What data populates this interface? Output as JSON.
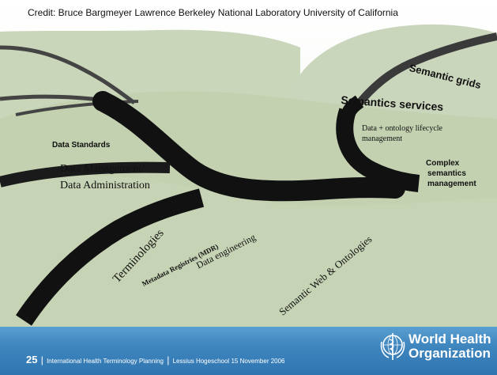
{
  "credit": "Credit: Bruce Bargmeyer Lawrence Berkeley National Laboratory University of California",
  "labels": {
    "semantic_grids": "Semantic grids",
    "semantics_services": "Semantics services",
    "lifecycle_line1": "Data + ontology lifecycle",
    "lifecycle_line2": "management",
    "data_standards": "Data Standards",
    "data_mgmt_line1": "Data Management/",
    "data_mgmt_line2": "Data Administration",
    "complex_line1": "Complex",
    "complex_line2": "semantics",
    "complex_line3": "management",
    "terminologies": "Terminologies",
    "metadata_registries": "Metadata Registries (MDR)",
    "data_engineering": "Data engineering",
    "semantic_web": "Semantic Web & Ontologies"
  },
  "footer": {
    "slide_number": "25",
    "separator": "|",
    "event": "International Health Terminology Planning",
    "venue": "Lessius Hogeschool",
    "date": "15 November 2006",
    "org_line1": "World Health",
    "org_line2": "Organization"
  },
  "colors": {
    "sky": "#ffffff",
    "hills": "#c4d2b2",
    "road": "#111111",
    "footer": "#3f86bf"
  },
  "icons": [
    "who-emblem-icon"
  ]
}
